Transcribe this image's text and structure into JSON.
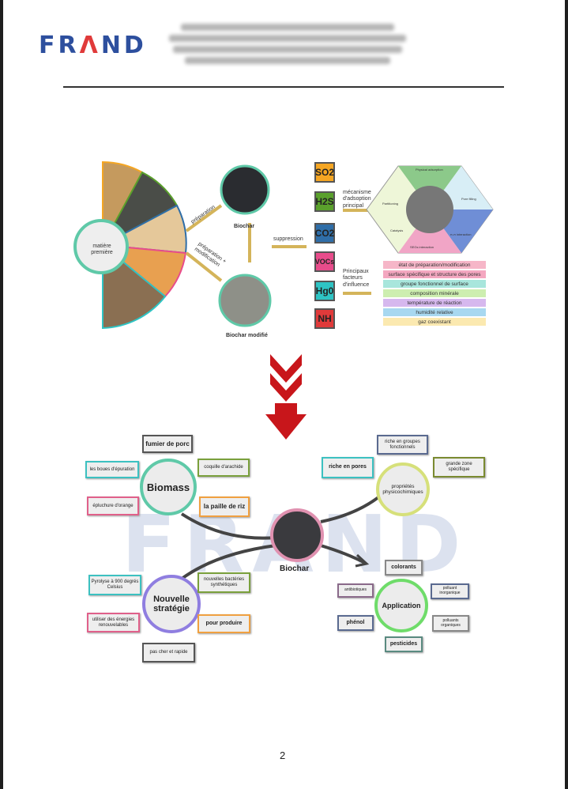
{
  "header": {
    "logo_text": "FRAND",
    "page_number": "2"
  },
  "top_diagram": {
    "raw_material": "matière première",
    "arrow_preparation": "préparation",
    "arrow_preparation_modification": "préparation + modification",
    "biochar": "Biochar",
    "biochar_modified": "Biochar modifié",
    "suppression": "suppression",
    "gases": [
      {
        "label": "SO2",
        "color": "#f5a623"
      },
      {
        "label": "H2S",
        "color": "#5aa02c"
      },
      {
        "label": "CO2",
        "color": "#2f6ea8"
      },
      {
        "label": "VOCs",
        "color": "#e84c8b"
      },
      {
        "label": "Hg0",
        "color": "#2ec4c4"
      },
      {
        "label": "NH",
        "color": "#e03a3a"
      }
    ],
    "mechanism_label": "mécanisme d'adsoption principal",
    "factors_label": "Principaux facteurs d'influence",
    "hexagon": [
      "Physical adsorption",
      "Pore filling",
      "π-π interaction",
      "SEGs interaction",
      "Catalysis",
      "Partitioning"
    ],
    "factors": [
      {
        "label": "état de préparation/modification",
        "color": "#f6b6c8"
      },
      {
        "label": "surface spécifique et structure des pores",
        "color": "#f4a7c0"
      },
      {
        "label": "groupe fonctionnel de surface",
        "color": "#a8e6dc"
      },
      {
        "label": "composition minérale",
        "color": "#cdeeb0"
      },
      {
        "label": "température de réaction",
        "color": "#d6b8ee"
      },
      {
        "label": "humidité relative",
        "color": "#a8d8f0"
      },
      {
        "label": "gaz coexistant",
        "color": "#fbe9b0"
      }
    ]
  },
  "mindmap": {
    "center": "Biochar",
    "biomass": {
      "title": "Biomass",
      "items": [
        "fumier de porc",
        "les boues d'épuration",
        "coquille d'arachide",
        "épluchure d'orange",
        "la paille de riz"
      ]
    },
    "strategy": {
      "title": "Nouvelle stratégie",
      "items": [
        "Pyrolyse à 900 degrés Celsius",
        "nouvelles bactéries synthétiques",
        "utiliser des énergies renouvelables",
        "pour produire",
        "pas cher et rapide"
      ]
    },
    "properties": {
      "title": "propriétés physicochimiques",
      "items": [
        "riche en groupes fonctionnels",
        "riche en pores",
        "grande zone spécifique"
      ]
    },
    "application": {
      "title": "Application",
      "items": [
        "colorants",
        "antibiotiques",
        "polluant inorganique",
        "phénol",
        "polluants organiques",
        "pesticides"
      ]
    }
  }
}
